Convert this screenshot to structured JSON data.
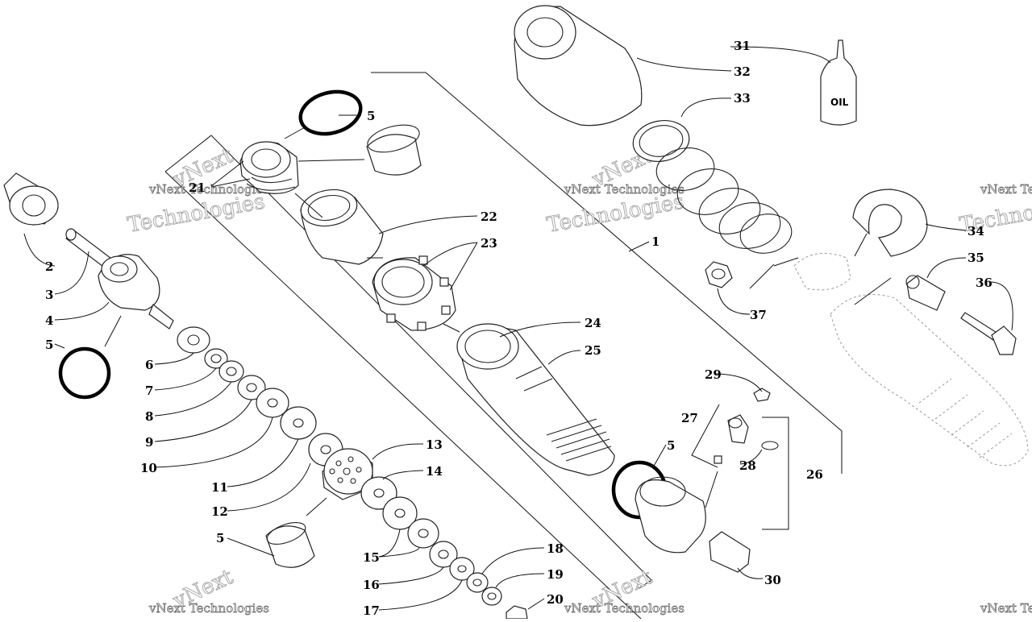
{
  "diagram": {
    "labels": {
      "n1": "1",
      "n2": "2",
      "n3": "3",
      "n4": "4",
      "n5a": "5",
      "n5b": "5",
      "n5c": "5",
      "n5d": "5",
      "n6": "6",
      "n7": "7",
      "n8": "8",
      "n9": "9",
      "n10": "10",
      "n11": "11",
      "n12": "12",
      "n13": "13",
      "n14": "14",
      "n15": "15",
      "n16": "16",
      "n17": "17",
      "n18": "18",
      "n19": "19",
      "n20": "20",
      "n21": "21",
      "n22": "22",
      "n23": "23",
      "n24": "24",
      "n25": "25",
      "n26": "26",
      "n27": "27",
      "n28": "28",
      "n29": "29",
      "n30": "30",
      "n31": "31",
      "n32": "32",
      "n33": "33",
      "n34": "34",
      "n35": "35",
      "n36": "36",
      "n37": "37"
    },
    "oil_bottle_text": "OIL",
    "watermark": {
      "line1": "vNext Technologies",
      "line2": "Technologies",
      "line3": "vNext"
    },
    "colors": {
      "line": "#222222",
      "oring": "#000000",
      "watermark": "#9a9a9a"
    }
  }
}
